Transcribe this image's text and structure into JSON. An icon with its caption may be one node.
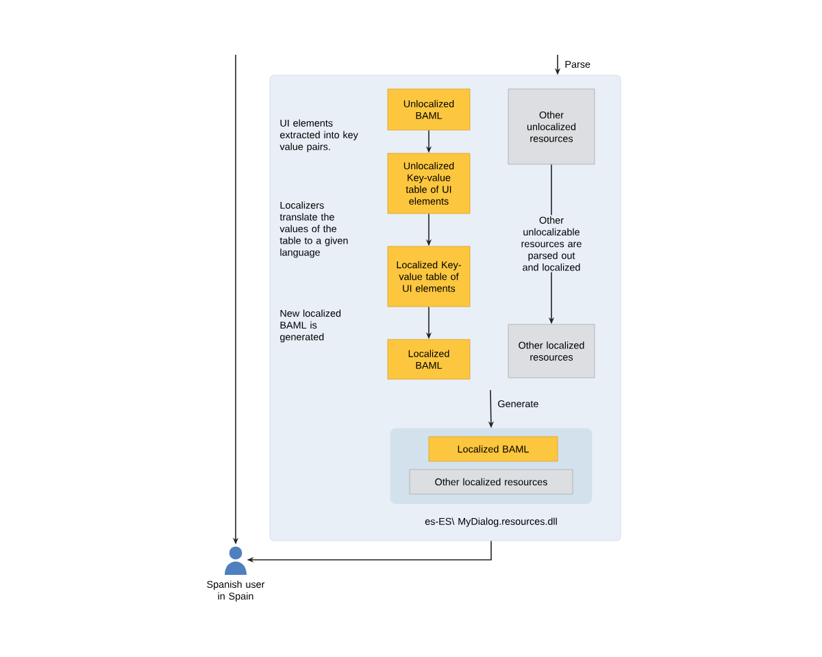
{
  "diagram": {
    "nodes": [
      {
        "text": [],
        "shape": "box"
      },
      {
        "text": [
          "Unlocalized BAML"
        ],
        "in": 0
      },
      {
        "text": [
          "Other unlocalized resources"
        ],
        "in": 0
      },
      {
        "text": [
          "Unlocalized Key-value table of UI elements"
        ],
        "in": 0
      },
      {
        "text": [
          "Localized Key-value table of UI elements"
        ],
        "in": 0
      },
      {
        "text": [
          "Localized BAML"
        ],
        "in": 0
      },
      {
        "text": [
          "Other localized resources"
        ],
        "in": 0
      },
      {
        "text": [],
        "shape": "box",
        "in": 0,
        "beside": [
          "es-ES\\ MyDialog.resources.dll"
        ]
      },
      {
        "text": [
          "Localized BAML"
        ],
        "in": 7
      },
      {
        "text": [
          "Other localized resources"
        ],
        "in": 7
      },
      {
        "text": [],
        "shape": "person",
        "beside": [
          "Spanish user in Spain"
        ]
      }
    ],
    "edges": [
      {
        "from": null,
        "to": 0,
        "arrow": "to",
        "label": "Parse"
      },
      {
        "from": 1,
        "to": 3,
        "arrow": "to"
      },
      {
        "from": 3,
        "to": 4,
        "arrow": "to"
      },
      {
        "from": 4,
        "to": 5,
        "arrow": "to"
      },
      {
        "from": 2,
        "to": 6,
        "arrow": "to",
        "label": "Other unlocalizable resources are parsed out and localized"
      },
      {
        "from": null,
        "to": 7,
        "arrow": "to",
        "label": "Generate"
      },
      {
        "from": null,
        "to": 10,
        "arrow": "to"
      },
      {
        "from": 0,
        "to": 10,
        "arrow": "to"
      }
    ],
    "labels": [
      "UI elements extracted into key value pairs.",
      "Localizers translate the values of the table to a given language",
      "New localized BAML is generated"
    ]
  }
}
